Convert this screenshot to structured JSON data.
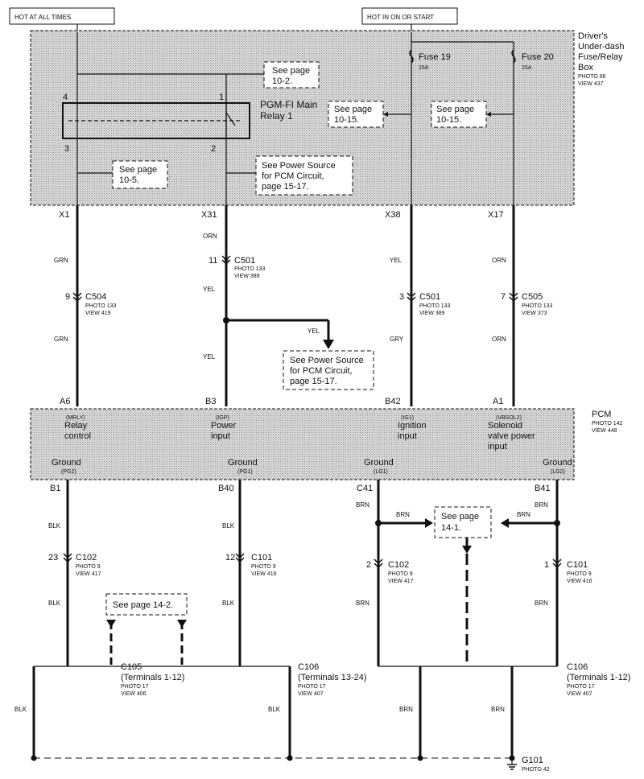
{
  "supply": {
    "hot_all_times": "HOT AT ALL TIMES",
    "hot_in_on": "HOT IN ON OR START"
  },
  "fuse_box": {
    "name_line1": "Driver's",
    "name_line2": "Under-dash",
    "name_line3": "Fuse/Relay",
    "name_line4": "Box",
    "photo": "PHOTO 86",
    "view": "VIEW 437",
    "fuse19": "Fuse 19",
    "fuse19_amp": "15A",
    "fuse20": "Fuse 20",
    "fuse20_amp": "15A",
    "relay_line1": "PGM-FI Main",
    "relay_line2": "Relay 1",
    "relay_pins": [
      "4",
      "1",
      "3",
      "2"
    ],
    "ref_10_2": [
      "See page",
      "10-2."
    ],
    "ref_10_15a": [
      "See page",
      "10-15."
    ],
    "ref_10_15b": [
      "See page",
      "10-15."
    ],
    "ref_10_5": [
      "See page",
      "10-5."
    ],
    "ref_power": [
      "See Power Source",
      "for PCM Circuit,",
      "page 15-17."
    ]
  },
  "terminals_top": [
    "X1",
    "X31",
    "X38",
    "X17"
  ],
  "upper_wires": {
    "c1_a": "GRN",
    "c1_b": "GRN",
    "c2_a": "ORN",
    "c2_b": "YEL",
    "c2_c": "YEL",
    "c2_branch": "YEL",
    "c3_a": "YEL",
    "c3_b": "GRY",
    "c4_a": "ORN",
    "c4_b": "ORN"
  },
  "upper_connectors": [
    {
      "pin": "11",
      "name": "C501",
      "photo": "PHOTO 133",
      "view": "VIEW 389"
    },
    {
      "pin": "9",
      "name": "C504",
      "photo": "PHOTO 133",
      "view": "VIEW 419"
    },
    {
      "pin": "3",
      "name": "C501",
      "photo": "PHOTO 133",
      "view": "VIEW 389"
    },
    {
      "pin": "7",
      "name": "C505",
      "photo": "PHOTO 133",
      "view": "VIEW 373"
    }
  ],
  "pcm_ref": [
    "See Power Source",
    "for PCM Circuit,",
    "page 15-17."
  ],
  "pcm": {
    "name": "PCM",
    "photo": "PHOTO 142",
    "view": "VIEW 448",
    "pins_top": [
      "A6",
      "B3",
      "B42",
      "A1"
    ],
    "inputs": [
      {
        "code": "(MRLY)",
        "line1": "Relay",
        "line2": "control",
        "line3": ""
      },
      {
        "code": "(IGP)",
        "line1": "Power",
        "line2": "input",
        "line3": ""
      },
      {
        "code": "(IG1)",
        "line1": "Ignition",
        "line2": "input",
        "line3": ""
      },
      {
        "code": "(VBSOL2)",
        "line1": "Solenoid",
        "line2": "valve power",
        "line3": "input"
      }
    ],
    "grounds": [
      {
        "label": "Ground",
        "code": "(PG2)"
      },
      {
        "label": "Ground",
        "code": "(PG1)"
      },
      {
        "label": "Ground",
        "code": "(LG1)"
      },
      {
        "label": "Ground",
        "code": "(LG2)"
      }
    ],
    "pins_bottom": [
      "B1",
      "B40",
      "C41",
      "B41"
    ]
  },
  "lower_wires": {
    "g1_a": "BLK",
    "g1_b": "BLK",
    "g2_a": "BLK",
    "g2_b": "BLK",
    "g3_a": "BRN",
    "g3_b": "BRN",
    "g3_branch": "BRN",
    "g4_a": "BRN",
    "g4_b": "BRN",
    "g4_branch": "BRN",
    "bus_left": "BLK",
    "bus_mid": "BLK",
    "bus_r1": "BRN",
    "bus_r2": "BRN"
  },
  "lower_connectors": [
    {
      "pin": "23",
      "name": "C102",
      "photo": "PHOTO 9",
      "view": "VIEW 417"
    },
    {
      "pin": "12",
      "name": "C101",
      "photo": "PHOTO 9",
      "view": "VIEW 416"
    },
    {
      "pin": "2",
      "name": "C102",
      "photo": "PHOTO 9",
      "view": "VIEW 417"
    },
    {
      "pin": "1",
      "name": "C101",
      "photo": "PHOTO 9",
      "view": "VIEW 416"
    }
  ],
  "ref_14_2": "See page 14-2.",
  "ref_14_1": [
    "See page",
    "14-1."
  ],
  "bus_connectors": {
    "c105": {
      "name": "C105",
      "terms": "(Terminals 1-12)",
      "photo": "PHOTO 17",
      "view": "VIEW 406"
    },
    "c106a": {
      "name": "C106",
      "terms": "(Terminals 13-24)",
      "photo": "PHOTO 17",
      "view": "VIEW 407"
    },
    "c106b": {
      "name": "C106",
      "terms": "(Terminals 1-12)",
      "photo": "PHOTO 17",
      "view": "VIEW 407"
    }
  },
  "ground": {
    "name": "G101",
    "photo": "PHOTO 42"
  }
}
